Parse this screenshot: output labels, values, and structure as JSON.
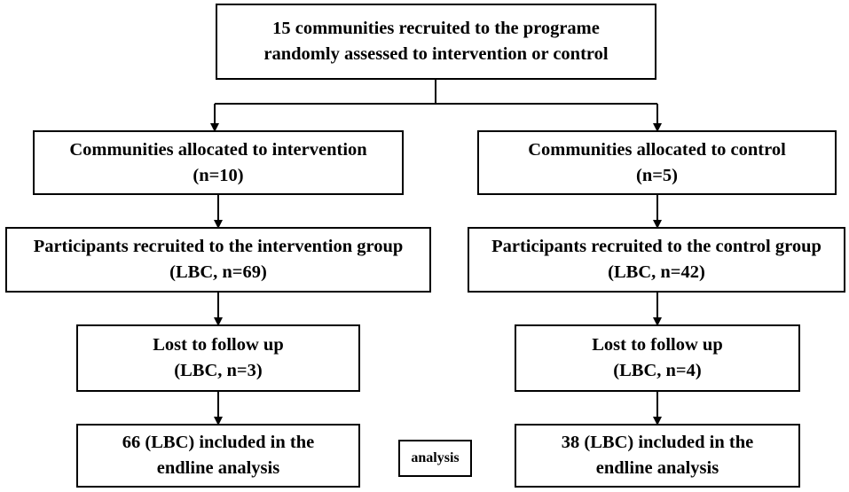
{
  "colors": {
    "stroke": "#000000",
    "background": "#ffffff",
    "text": "#000000"
  },
  "boxes": {
    "top": {
      "line1": "15 communities recruited to the programe",
      "line2": "randomly assessed to intervention or control"
    },
    "left_allocated": {
      "line1": "Communities allocated to intervention",
      "line2": "(n=10)"
    },
    "right_allocated": {
      "line1": "Communities allocated to control",
      "line2": "(n=5)"
    },
    "left_recruited": {
      "line1": "Participants recruited to the intervention group",
      "line2": "(LBC, n=69)"
    },
    "right_recruited": {
      "line1": "Participants recruited to the control group",
      "line2": "(LBC, n=42)"
    },
    "left_lost": {
      "line1": "Lost to follow up",
      "line2": "(LBC, n=3)"
    },
    "right_lost": {
      "line1": "Lost to follow up",
      "line2": "(LBC, n=4)"
    },
    "left_analysis": {
      "line1": "66 (LBC) included in the",
      "line2": "endline analysis"
    },
    "center_label": {
      "text": "analysis"
    },
    "right_analysis": {
      "line1": "38 (LBC) included in the",
      "line2": "endline analysis"
    }
  }
}
